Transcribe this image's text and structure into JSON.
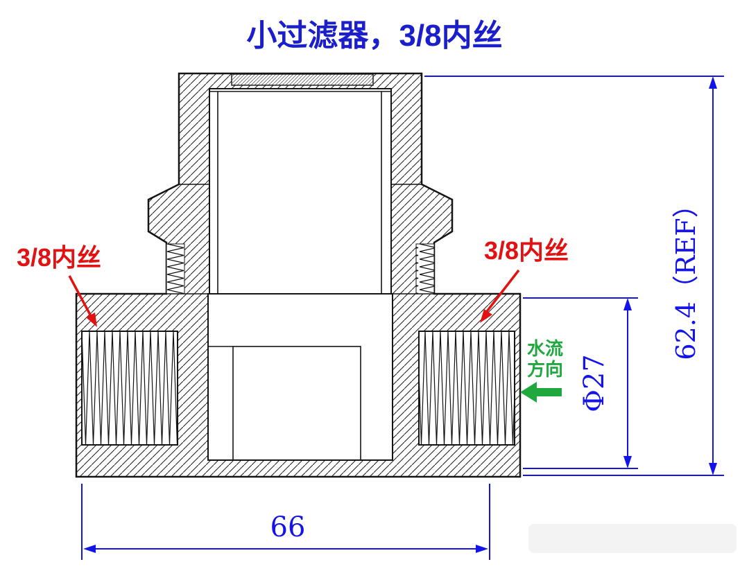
{
  "title": "小过滤器，3/8内丝",
  "callouts": {
    "left": {
      "label": "3/8内丝"
    },
    "right": {
      "label": "3/8内丝"
    }
  },
  "flow": {
    "line1": "水流",
    "line2": "方向",
    "direction": "left"
  },
  "dims": {
    "height": {
      "label": "62.4（REF）"
    },
    "diameter": {
      "label": "Φ27"
    },
    "width": {
      "label": "66"
    }
  },
  "colors": {
    "dimension_blue": "#1414e8",
    "annotation_red": "#e21212",
    "flow_green": "#1ea83e",
    "line_black": "#141414",
    "title_blue": "#1a1ecb"
  }
}
